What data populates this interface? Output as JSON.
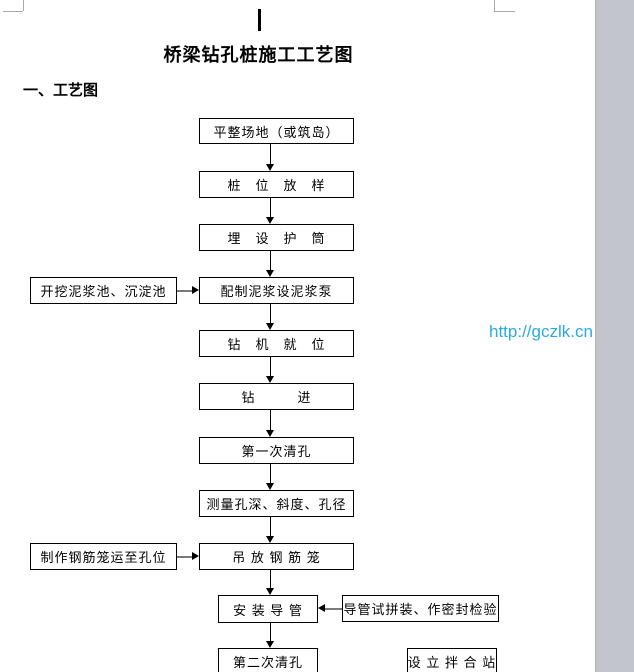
{
  "document": {
    "title": "桥梁钻孔桩施工工艺图",
    "section_heading": "一、工艺图"
  },
  "flowchart": {
    "main_steps": [
      {
        "label": "平整场地（或筑岛）"
      },
      {
        "label": "桩　位　放　样"
      },
      {
        "label": "埋　设　护　筒"
      },
      {
        "label": "配制泥浆设泥浆泵"
      },
      {
        "label": "钻　机　就　位"
      },
      {
        "label": "钻　　　进"
      },
      {
        "label": "第一次清孔"
      },
      {
        "label": "测量孔深、斜度、孔径"
      },
      {
        "label": "吊 放 钢 筋 笼"
      },
      {
        "label": "安 装 导 管"
      },
      {
        "label": "第二次清孔"
      }
    ],
    "side_boxes": [
      {
        "label": "开挖泥浆池、沉淀池"
      },
      {
        "label": "制作钢筋笼运至孔位"
      },
      {
        "label": "导管试拼装、作密封检验"
      },
      {
        "label": "设 立 拌 合 站"
      }
    ]
  },
  "watermark": {
    "text": "http://gczlk.cn"
  },
  "colors": {
    "watermark_blue": "#29ABE2",
    "canvas_gray": "#C2C5CC",
    "crop_mark_gray": "#A9A9A9"
  }
}
